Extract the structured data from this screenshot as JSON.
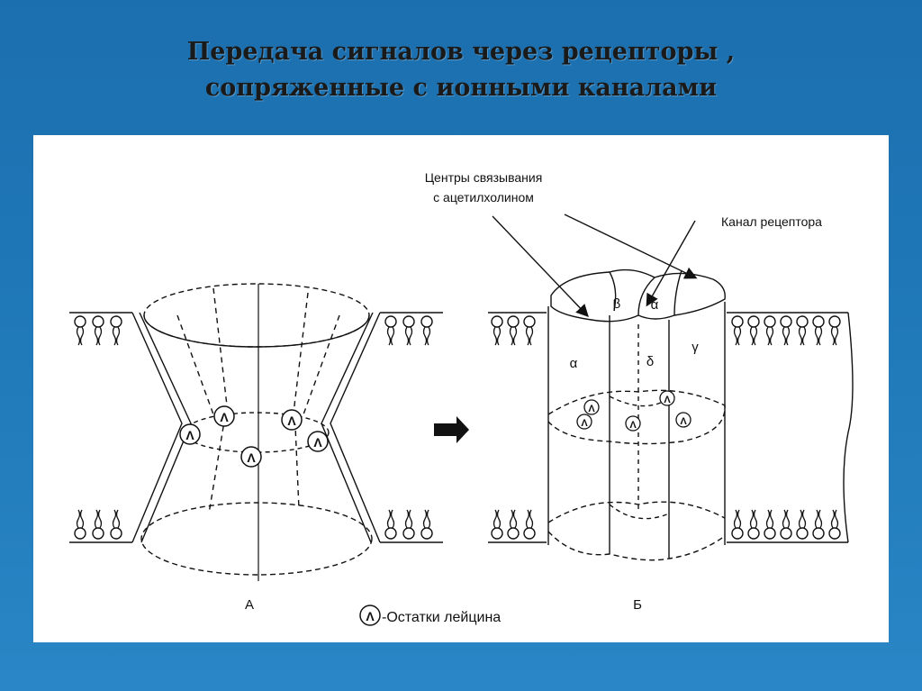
{
  "slide": {
    "title_line1": "Передача сигналов через рецепторы ,",
    "title_line2": "сопряженные с ионными каналами"
  },
  "diagram": {
    "label_binding_line1": "Центры связывания",
    "label_binding_line2": "с ацетилхолином",
    "label_channel": "Канал рецептора",
    "label_a": "А",
    "label_b": "Б",
    "legend_text": "-Остатки лейцина",
    "leucine_symbol": "Λ",
    "subunit_alpha": "α",
    "subunit_beta": "β",
    "subunit_gamma": "γ",
    "subunit_delta": "δ"
  },
  "colors": {
    "background": "#1f78b8",
    "panel": "#ffffff",
    "ink": "#111111"
  }
}
